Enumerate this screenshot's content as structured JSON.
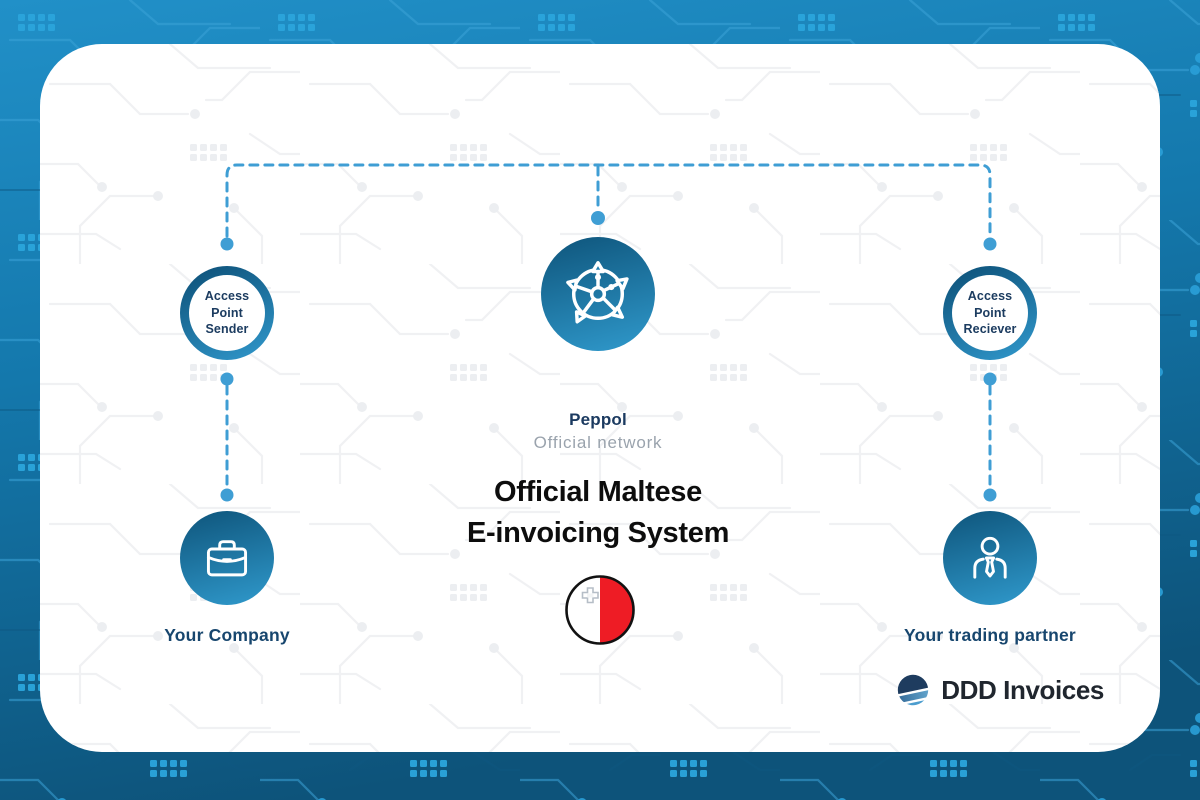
{
  "diagram": {
    "title_line1": "Official Maltese",
    "title_line2": "E-invoicing System"
  },
  "peppol": {
    "name": "Peppol",
    "subtitle": "Official network",
    "icon": "network-globe-icon"
  },
  "access_points": {
    "sender": {
      "line1": "Access",
      "line2": "Point",
      "line3": "Sender"
    },
    "receiver": {
      "line1": "Access",
      "line2": "Point",
      "line3": "Reciever"
    }
  },
  "endpoints": {
    "company": {
      "label": "Your Company",
      "icon": "briefcase-icon"
    },
    "partner": {
      "label": "Your trading partner",
      "icon": "person-icon"
    }
  },
  "flag": {
    "country": "Malta",
    "icon": "malta-flag-icon",
    "white": "#ffffff",
    "red": "#ee1c25"
  },
  "branding": {
    "logo_text": "DDD Invoices",
    "icon": "ddd-logo-mark"
  },
  "colors": {
    "background_top": "#2190c8",
    "background_bottom": "#0d537a",
    "node_gradient_start": "#0f547c",
    "node_gradient_end": "#2e96c8",
    "connector": "#3f9ed4",
    "navy_text": "#1c3c60",
    "label_navy": "#17466e",
    "subtitle_gray": "#9aa3ad",
    "title_black": "#0d0d0d"
  }
}
